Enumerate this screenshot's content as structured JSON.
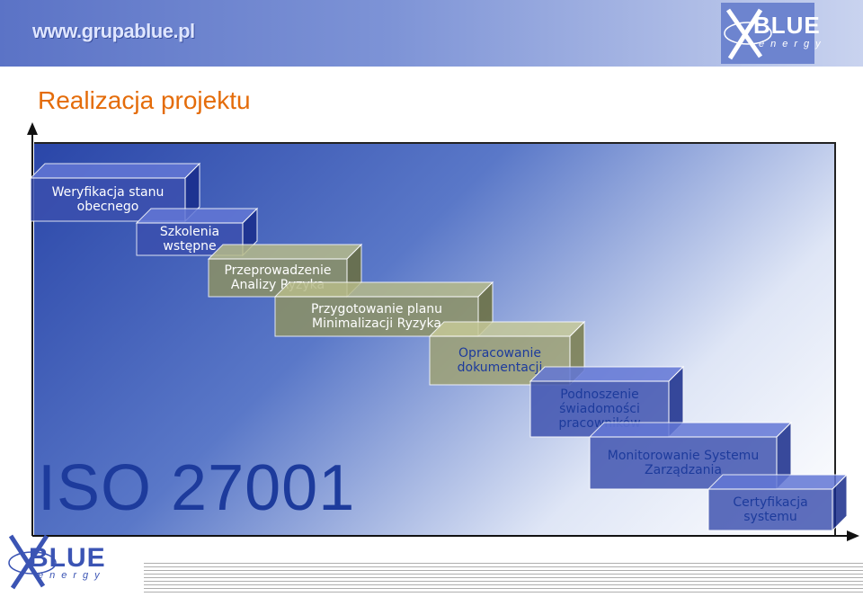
{
  "header": {
    "url": "www.grupablue.pl"
  },
  "logo": {
    "name": "BLUE",
    "sub": "energy"
  },
  "page_title": "Realizacja projektu",
  "standard": "ISO 27001",
  "steps": [
    {
      "lines": [
        "Weryfikacja stanu",
        "obecnego"
      ],
      "color": "#3b4fae",
      "text_color": "#ffffff"
    },
    {
      "lines": [
        "Szkolenia",
        "wstępne"
      ],
      "color": "#3b4fae",
      "text_color": "#ffffff"
    },
    {
      "lines": [
        "Przeprowadzenie",
        "Analizy Ryzyka"
      ],
      "color": "#8f9361",
      "text_color": "#ffffff"
    },
    {
      "lines": [
        "Przygotowanie planu",
        "Minimalizacji Ryzyka"
      ],
      "color": "#8f9361",
      "text_color": "#ffffff"
    },
    {
      "lines": [
        "Opracowanie",
        "dokumentacji"
      ],
      "color": "#9ea170",
      "text_color": "#1d3b9c"
    },
    {
      "lines": [
        "Podnoszenie",
        "świadomości",
        "pracowników"
      ],
      "color": "#3b4fae",
      "text_color": "#1d3b9c"
    },
    {
      "lines": [
        "Monitorowanie Systemu",
        "Zarządzania"
      ],
      "color": "#3b4fae",
      "text_color": "#1d3b9c"
    },
    {
      "lines": [
        "Certyfikacja",
        "systemu"
      ],
      "color": "#3b4fae",
      "text_color": "#1d3b9c"
    }
  ]
}
